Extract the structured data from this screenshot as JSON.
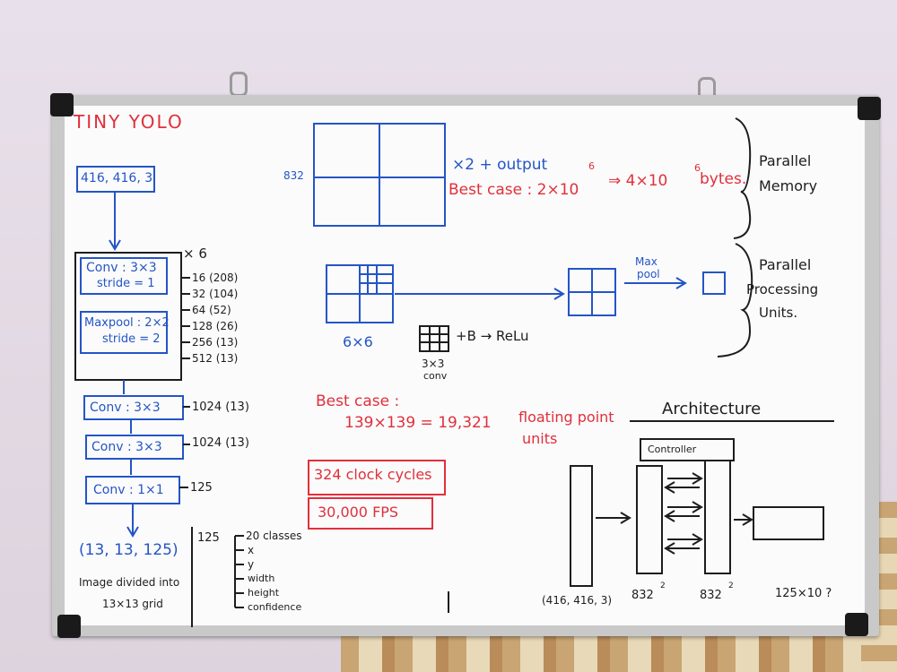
{
  "board": {
    "title": "TINY YOLO",
    "input_box": "416, 416, 3",
    "block1": {
      "conv": "Conv : 3×3",
      "stride1": "stride = 1",
      "maxpool": "Maxpool : 2×2",
      "stride2": "stride = 2",
      "repeat": "× 6"
    },
    "filters": [
      "16  (208)",
      "32  (104)",
      "64  (52)",
      "128  (26)",
      "256  (13)",
      "512  (13)"
    ],
    "conv2": {
      "label": "Conv : 3×3",
      "note": "1024  (13)"
    },
    "conv3": {
      "label": "Conv : 3×3",
      "note": "1024  (13)"
    },
    "conv4": {
      "label": "Conv : 1×1",
      "note": "125"
    },
    "output": "(13, 13, 125)",
    "output_note_1": "Image divided into",
    "output_note_2": "13×13 grid",
    "breakdown": {
      "total": "125",
      "items": [
        "20 classes",
        "x",
        "y",
        "width",
        "height",
        "confidence"
      ]
    },
    "memory": {
      "side_label": "832",
      "mult": "×2 + output",
      "best_case": "Best case : 2×10",
      "exp1": "6",
      "arrow": "⇒ 4×10",
      "exp2": "6",
      "bytes": "bytes.",
      "parallel1": "Parallel",
      "parallel2": "Memory"
    },
    "processing": {
      "grid_label": "6×6",
      "maxpool1": "Max",
      "maxpool2": "pool",
      "kernel_expr": "+B → ReLu",
      "kernel_label1": "3×3",
      "kernel_label2": "conv",
      "parallel1": "Parallel",
      "parallel2": "Processing",
      "parallel3": "Units."
    },
    "best_case2": {
      "title": "Best case :",
      "equation": "139×139 = 19,321",
      "units1": "floating point",
      "units2": "units"
    },
    "clock": "324 clock cycles",
    "fps": "30,000 FPS",
    "architecture": {
      "title": "Architecture",
      "controller": "Controller",
      "input": "(416, 416, 3)",
      "mem1": "832",
      "mem1_exp": "2",
      "mem2": "832",
      "mem2_exp": "2",
      "out": "125×10 ?"
    }
  },
  "colors": {
    "blue": "#2455c4",
    "red": "#e0303a",
    "black": "#1d1d1d"
  }
}
